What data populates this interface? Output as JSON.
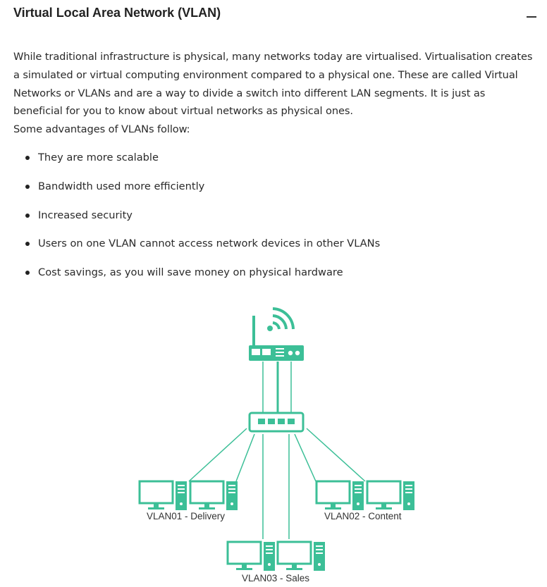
{
  "section": {
    "title": "Virtual Local Area Network (VLAN)",
    "collapse_icon": "minus-icon"
  },
  "body": {
    "paragraph": "While traditional infrastructure is physical, many networks today are virtualised. Virtualisation creates a simulated or virtual computing environment compared to a physical one. These are called Virtual Networks or VLANs and are a way to divide a switch into different LAN segments. It is just as beneficial for you to know about virtual networks as physical ones.",
    "intro": "Some advantages of VLANs follow:",
    "advantages": [
      "They are more scalable",
      "Bandwidth used more efficiently",
      "Increased security",
      "Users on one VLAN cannot access network devices in other VLANs",
      "Cost savings, as you will save money on physical hardware"
    ]
  },
  "diagram": {
    "accent_color": "#3cbf97",
    "vlan_labels": [
      "VLAN01 - Delivery",
      "VLAN02 - Content",
      "VLAN03 - Sales"
    ]
  }
}
